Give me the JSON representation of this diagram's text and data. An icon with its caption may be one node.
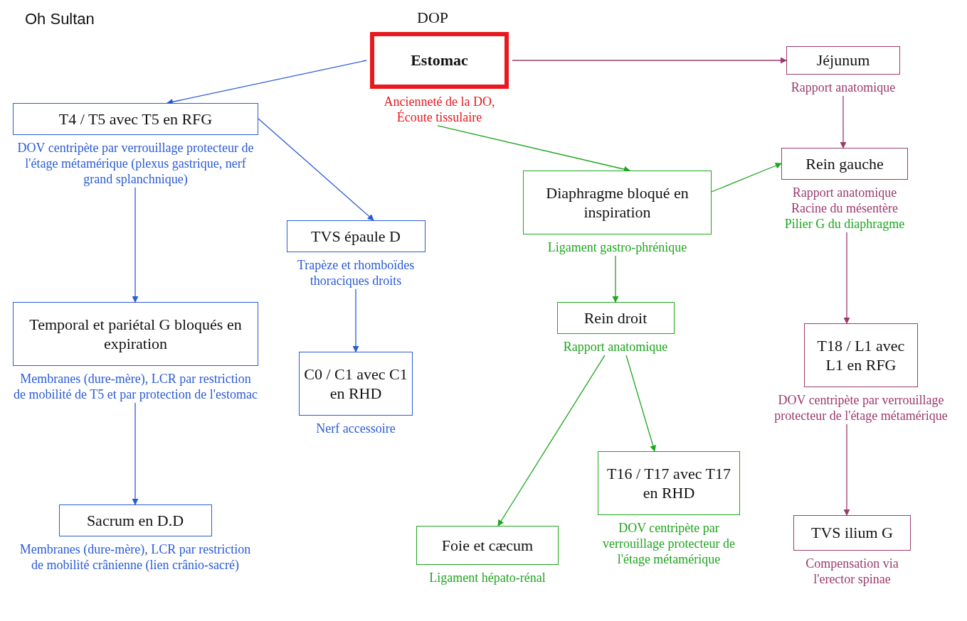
{
  "diagram": {
    "nodes": [
      {
        "text": [
          "Estomac"
        ],
        "beside": [
          "Ancienneté de la DO, Écoute tissulaire"
        ]
      },
      {
        "text": [
          "Jéjunum"
        ],
        "beside": [
          "Rapport anatomique"
        ]
      },
      {
        "text": [
          "T4 / T5 avec T5 en RFG"
        ],
        "beside": [
          "DOV centripète par verrouillage protecteur de l'étage métamérique (plexus gastrique, nerf grand splanchnique)"
        ]
      },
      {
        "text": [
          "Rein gauche"
        ],
        "beside": [
          "Rapport anatomique",
          "Racine du mésentère",
          "Pilier G du diaphragme"
        ]
      },
      {
        "text": [
          "Diaphragme bloqué en inspiration"
        ],
        "beside": [
          "Ligament gastro-phrénique"
        ]
      },
      {
        "text": [
          "TVS épaule D"
        ],
        "beside": [
          "Trapèze et rhomboïdes thoraciques droits"
        ]
      },
      {
        "text": [
          "Temporal et pariétal G bloqués en expiration"
        ],
        "beside": [
          "Membranes (dure-mère), LCR par restriction de mobilité de T5 et par protection de l'estomac"
        ]
      },
      {
        "text": [
          "Rein droit"
        ],
        "beside": [
          "Rapport anatomique"
        ]
      },
      {
        "text": [
          "T18 / L1 avec L1 en RFG"
        ],
        "beside": [
          "DOV centripète par verrouillage protecteur de l'étage métamérique"
        ]
      },
      {
        "text": [
          "C0 / C1 avec C1 en RHD"
        ],
        "beside": [
          "Nerf accessoire"
        ]
      },
      {
        "text": [
          "T16 / T17 avec T17 en RHD"
        ],
        "beside": [
          "DOV centripète par verrouillage protecteur de l'étage métamérique"
        ]
      },
      {
        "text": [
          "Sacrum en D.D"
        ],
        "beside": [
          "Membranes (dure-mère), LCR par restriction de mobilité crânienne (lien crânio-sacré)"
        ]
      },
      {
        "text": [
          "Foie et cæcum"
        ],
        "beside": [
          "Ligament hépato-rénal"
        ]
      },
      {
        "text": [
          "TVS ilium G"
        ],
        "beside": [
          "Compensation via l'erector spinae"
        ]
      }
    ],
    "edges": [
      {
        "from": 0,
        "to": 1,
        "arrow": "to",
        "color": "#9b3a6e"
      },
      {
        "from": 0,
        "to": 2,
        "arrow": "to",
        "color": "#2a5bd7"
      },
      {
        "from": 1,
        "to": 3,
        "arrow": "to",
        "color": "#9b3a6e"
      },
      {
        "from": 2,
        "to": 5,
        "arrow": "to",
        "color": "#2a5bd7"
      },
      {
        "from": 2,
        "to": 6,
        "arrow": "to",
        "color": "#2a5bd7"
      },
      {
        "from": 5,
        "to": 9,
        "arrow": "to",
        "color": "#2a5bd7"
      },
      {
        "from": 6,
        "to": 11,
        "arrow": "to",
        "color": "#2a5bd7"
      },
      {
        "from": 0,
        "to": 4,
        "arrow": "to",
        "color": "#1fa51f"
      },
      {
        "from": 4,
        "to": 3,
        "arrow": "to",
        "color": "#1fa51f"
      },
      {
        "from": 4,
        "to": 7,
        "arrow": "to",
        "color": "#1fa51f"
      },
      {
        "from": 7,
        "to": 12,
        "arrow": "to",
        "color": "#1fa51f"
      },
      {
        "from": 7,
        "to": 10,
        "arrow": "to",
        "color": "#1fa51f"
      },
      {
        "from": 3,
        "to": 8,
        "arrow": "to",
        "color": "#9b3a6e"
      },
      {
        "from": 8,
        "to": 13,
        "arrow": "to",
        "color": "#9b3a6e"
      }
    ],
    "labels": [
      "Oh Sultan",
      "DOP"
    ]
  }
}
